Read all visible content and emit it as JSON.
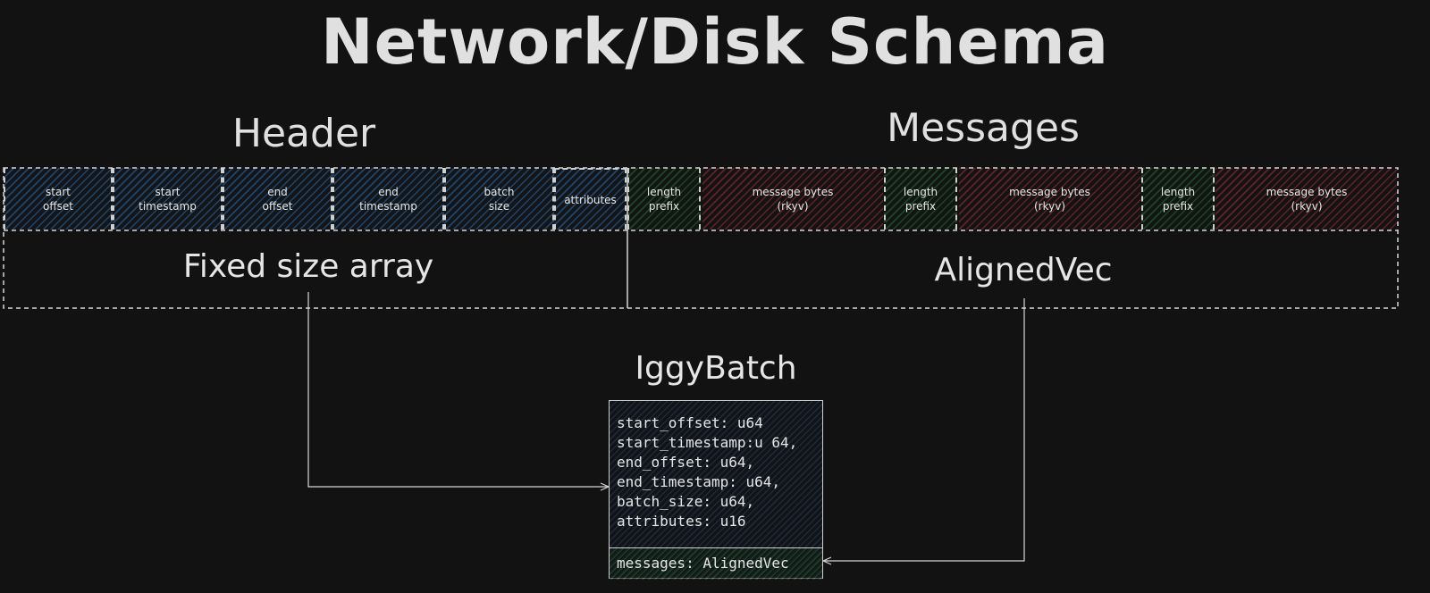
{
  "title": "Network/Disk Schema",
  "header": {
    "title": "Header",
    "cells": [
      {
        "label": "start\noffset"
      },
      {
        "label": "start\ntimestamp"
      },
      {
        "label": "end\noffset"
      },
      {
        "label": "end\ntimestamp"
      },
      {
        "label": "batch\nsize"
      },
      {
        "label": "attributes"
      }
    ],
    "region_label": "Fixed size array",
    "color": "#2f6aa3"
  },
  "messages": {
    "title": "Messages",
    "cells": [
      {
        "kind": "prefix",
        "label": "length\nprefix"
      },
      {
        "kind": "bytes",
        "label": "message bytes\n(rkyv)"
      },
      {
        "kind": "prefix",
        "label": "length\nprefix"
      },
      {
        "kind": "bytes",
        "label": "message bytes\n(rkyv)"
      },
      {
        "kind": "prefix",
        "label": "length\nprefix"
      },
      {
        "kind": "bytes",
        "label": "message bytes\n(rkyv)"
      }
    ],
    "region_label": "AlignedVec",
    "prefix_color": "#2e6b3a",
    "bytes_color": "#8a3340"
  },
  "struct": {
    "title": "IggyBatch",
    "fields": [
      "start_offset: u64",
      "start_timestamp:u 64,",
      "end_offset: u64,",
      "end_timestamp: u64,",
      "batch_size: u64,",
      "attributes: u16"
    ],
    "messages_field": "messages: AlignedVec"
  }
}
